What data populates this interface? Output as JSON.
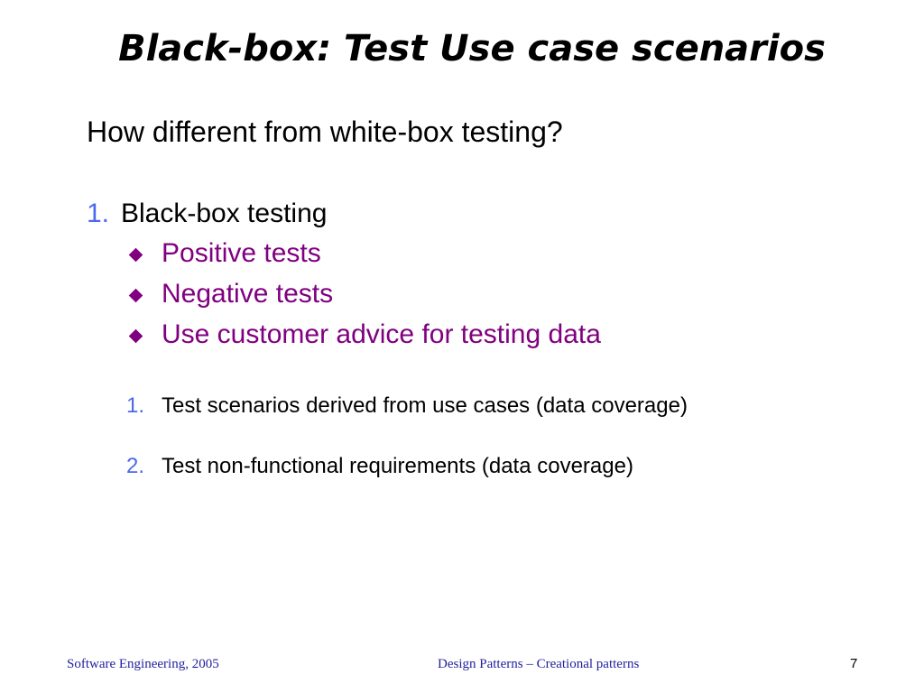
{
  "slide": {
    "title": "Black-box: Test Use case scenarios",
    "question": "How different from white-box testing?",
    "list": {
      "number": "1.",
      "label": "Black-box testing",
      "bullets": [
        "Positive tests",
        "Negative tests",
        "Use customer advice for testing data"
      ],
      "subitems": [
        {
          "number": "1.",
          "label": "Test scenarios derived from use cases (data coverage)"
        },
        {
          "number": "2.",
          "label": "Test non-functional requirements (data coverage)"
        }
      ]
    }
  },
  "footer": {
    "left": "Software Engineering, 2005",
    "center": "Design Patterns – Creational patterns",
    "page": "7"
  },
  "colors": {
    "number_blue": "#4b69ec",
    "bullet_purple": "#800080",
    "footer_blue": "#1f1f9e"
  }
}
